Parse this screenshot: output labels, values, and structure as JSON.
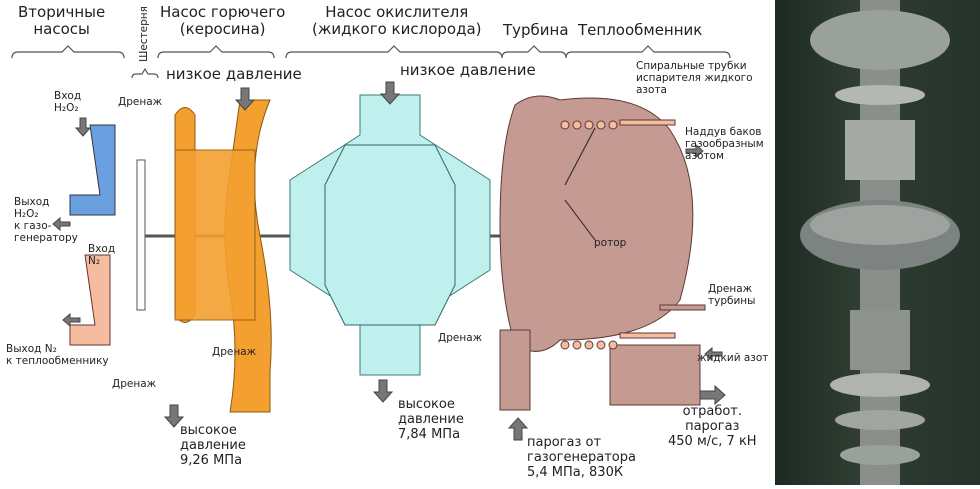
{
  "headers": {
    "secondary_pumps": "Вторичные\nнасосы",
    "gear": "Шестерня",
    "fuel_pump": "Насос горючего\n(керосина)",
    "oxidizer_pump": "Насос окислителя\n(жидкого кислорода)",
    "turbine": "Турбина",
    "heat_exchanger": "Теплообменник"
  },
  "labels": {
    "low_pressure_fuel": "низкое давление",
    "low_pressure_ox": "низкое давление",
    "h2o2_in": "Вход\nH₂O₂",
    "drain_top": "Дренаж",
    "h2o2_out": "Выход\nH₂O₂\nк газо-\nгенератору",
    "n2_in": "Вход\nN₂",
    "n2_out": "Выход N₂\nк теплообменнику",
    "drain_secondary": "Дренаж",
    "drain_fuel": "Дренаж",
    "drain_ox": "Дренаж",
    "high_pressure_fuel": "высокое\nдавление\n9,26 МПа",
    "high_pressure_ox": "высокое\nдавление\n7,84 МПа",
    "spiral_tubes": "Спиральные трубки\nиспарителя жидкого\nазота",
    "tank_pressurization": "Наддув баков\nгазообразным\nазотом",
    "rotor": "ротор",
    "turbine_drain": "Дренаж\nтурбины",
    "liquid_nitrogen": "жидкий азот",
    "exhaust": "отработ.\nпарогаз\n450 м/с, 7 кН",
    "steam_gas": "парогаз от\nгазогенератора\n5,4 МПа, 830К"
  },
  "colors": {
    "fuel": "#f4a030",
    "oxidizer": "#bff0ee",
    "turbine": "#c49a92",
    "h2o2": "#6aa0e0",
    "nitrogen": "#f6bca0",
    "arrow": "#777777"
  }
}
